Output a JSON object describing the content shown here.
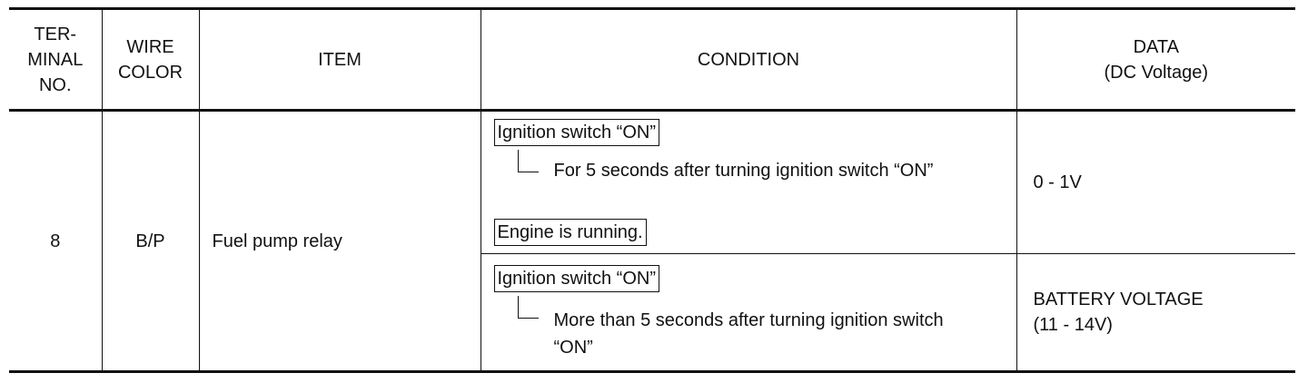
{
  "table": {
    "headers": {
      "terminal_no": "TER-\nMINAL\nNO.",
      "wire_color": "WIRE\nCOLOR",
      "item": "ITEM",
      "condition": "CONDITION",
      "data": "DATA\n(DC Voltage)"
    },
    "row": {
      "terminal_no": "8",
      "wire_color": "B/P",
      "item": "Fuel pump relay",
      "conditions": [
        {
          "switch": "Ignition switch “ON”",
          "detail": "For 5 seconds after turning ignition switch “ON”",
          "extra": "Engine is running.",
          "data": "0 - 1V"
        },
        {
          "switch": "Ignition switch “ON”",
          "detail": "More than 5 seconds after turning ignition switch “ON”",
          "data": "BATTERY VOLTAGE\n(11 - 14V)"
        }
      ]
    }
  }
}
